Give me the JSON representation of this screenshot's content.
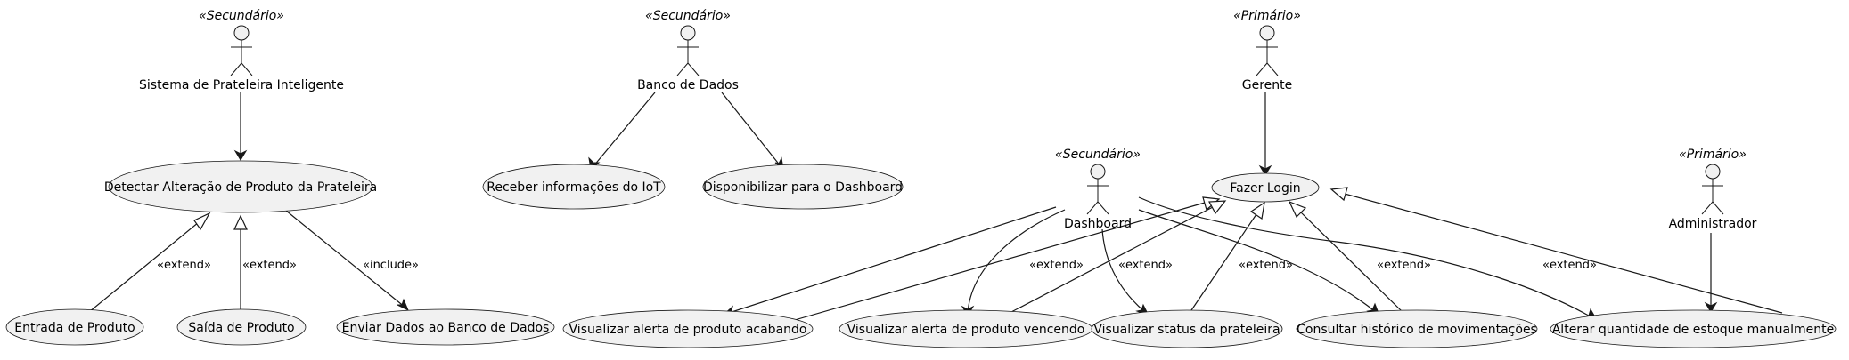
{
  "actors": {
    "prateleira": {
      "stereotype": "«Secundário»",
      "name": "Sistema de Prateleira Inteligente"
    },
    "banco": {
      "stereotype": "«Secundário»",
      "name": "Banco de Dados"
    },
    "gerente": {
      "stereotype": "«Primário»",
      "name": "Gerente"
    },
    "dashboard": {
      "stereotype": "«Secundário»",
      "name": "Dashboard"
    },
    "administrador": {
      "stereotype": "«Primário»",
      "name": "Administrador"
    }
  },
  "usecases": {
    "detectar": "Detectar Alteração de Produto da Prateleira",
    "receber": "Receber informações do IoT",
    "disponibilizar": "Disponibilizar para o Dashboard",
    "login": "Fazer Login",
    "entrada": "Entrada de Produto",
    "saida": "Saída de Produto",
    "enviar": "Enviar Dados ao Banco de Dados",
    "acabando": "Visualizar alerta de produto acabando",
    "vencendo": "Visualizar alerta de produto vencendo",
    "status": "Visualizar status da prateleira",
    "historico": "Consultar histórico de movimentações",
    "alterar": "Alterar quantidade de estoque manualmente"
  },
  "relations": {
    "extend": "«extend»",
    "include": "«include»"
  }
}
